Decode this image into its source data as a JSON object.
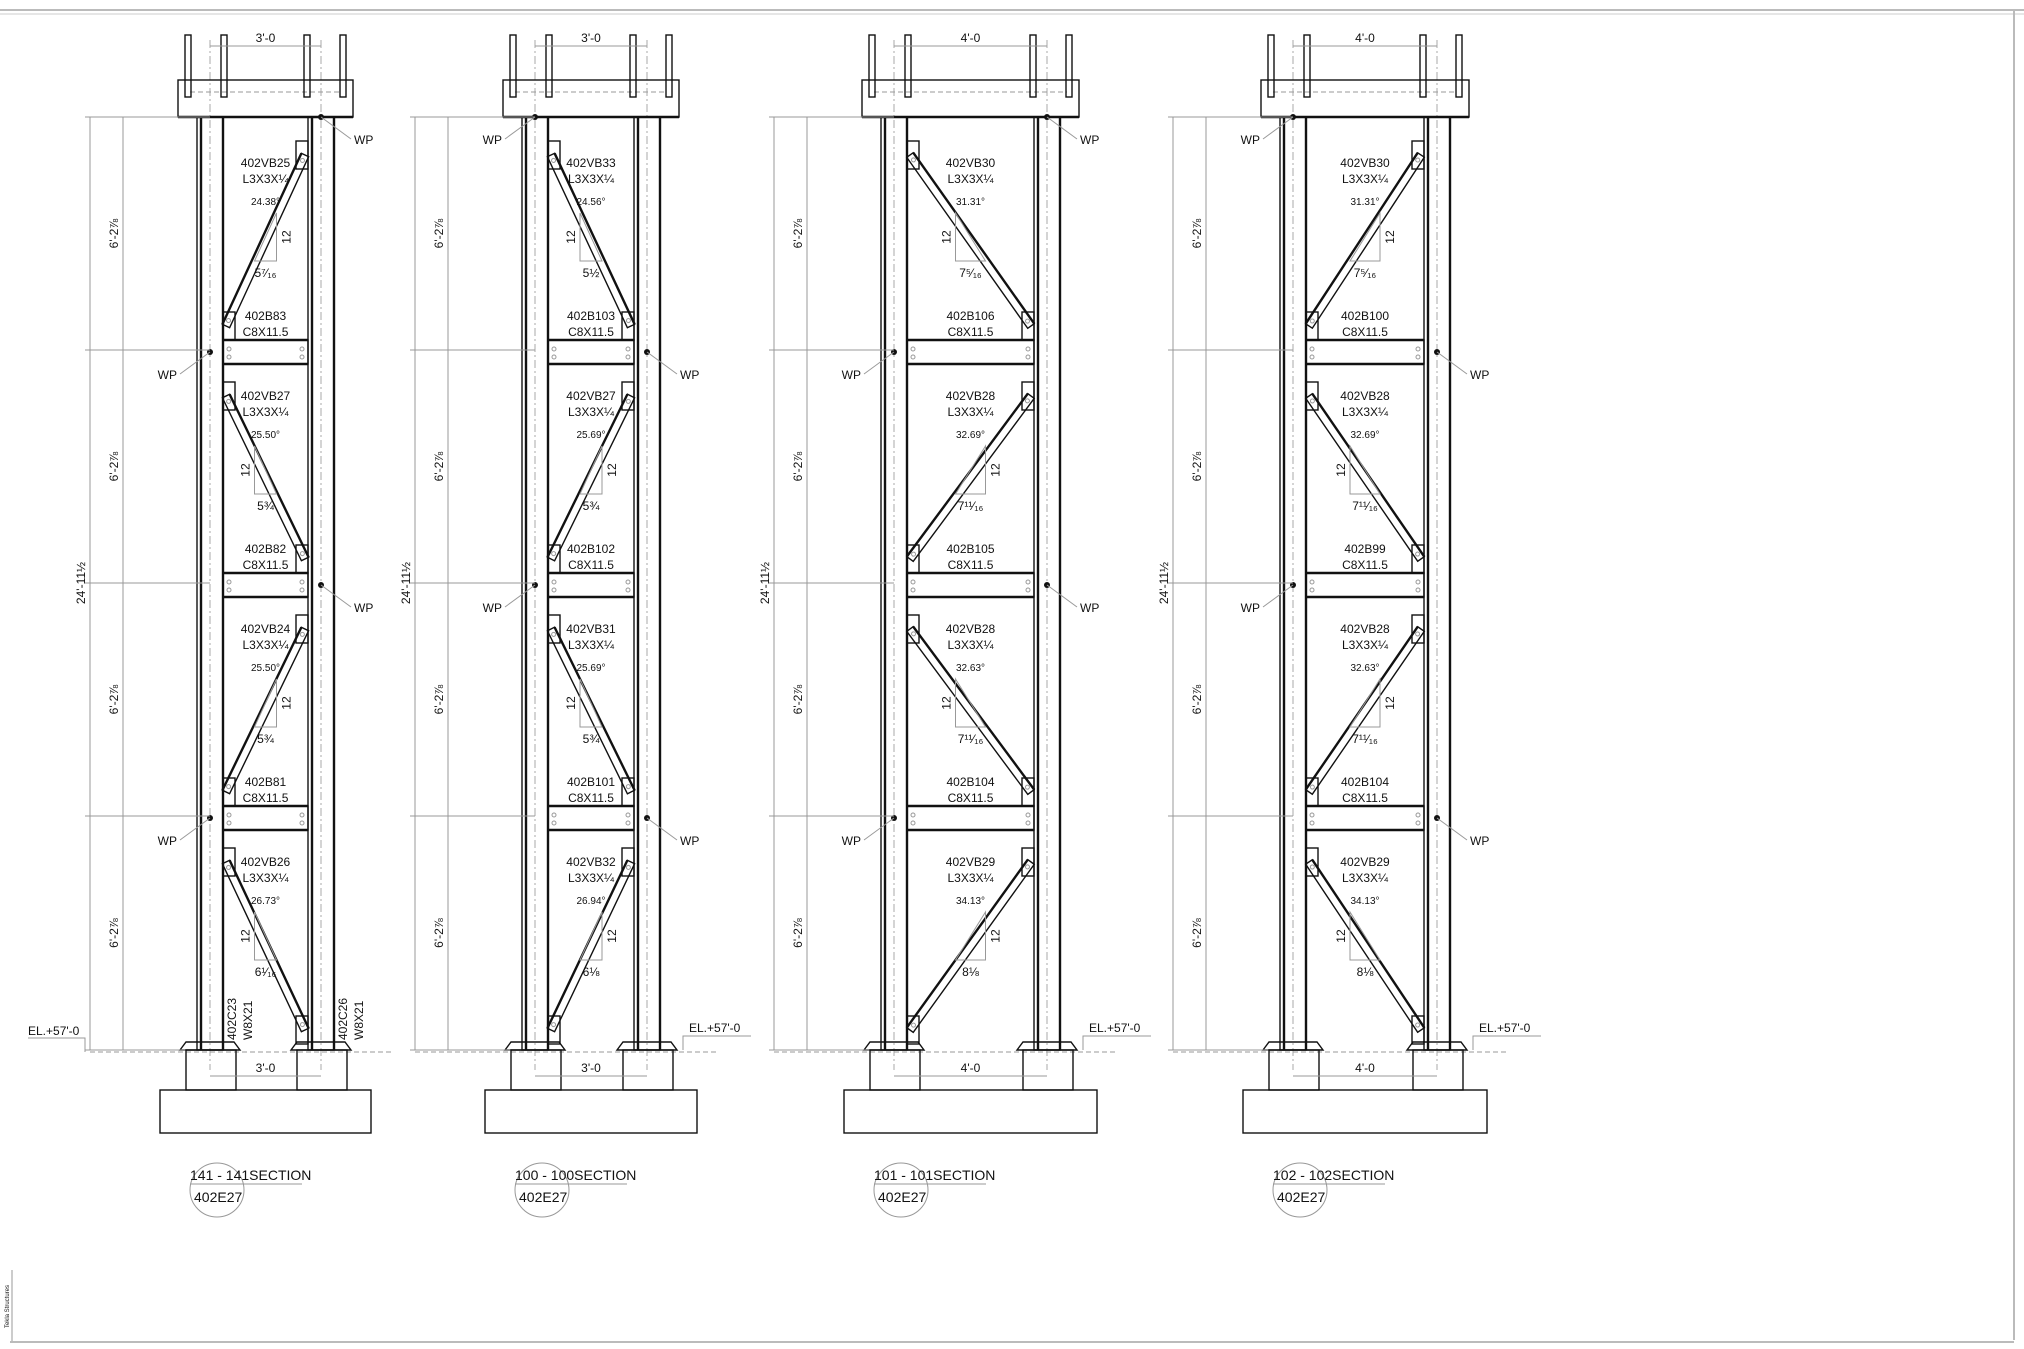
{
  "drawing": {
    "credit": "Tekla Structures",
    "wp_label": "WP"
  },
  "sections": [
    {
      "title": "141 - 141SECTION",
      "sheet": "402E27",
      "width_dim": "3'-0",
      "total_dim": "24'-11½",
      "panel_dim": "6'-2⅞",
      "elevation": "EL.+57'-0",
      "columns": [
        {
          "mark": "402C23",
          "size": "W8X21"
        },
        {
          "mark": "402C26",
          "size": "W8X21"
        }
      ],
      "beams": [
        {
          "mark": "402B83",
          "size": "C8X11.5"
        },
        {
          "mark": "402B82",
          "size": "C8X11.5"
        },
        {
          "mark": "402B81",
          "size": "C8X11.5"
        }
      ],
      "braces": [
        {
          "mark": "402VB25",
          "size": "L3X3X¼",
          "angle": "24.38°",
          "rise": "12",
          "run": "5⁷⁄₁₆",
          "dir": "up-right"
        },
        {
          "mark": "402VB27",
          "size": "L3X3X¼",
          "angle": "25.50°",
          "rise": "12",
          "run": "5¾",
          "dir": "down-right"
        },
        {
          "mark": "402VB24",
          "size": "L3X3X¼",
          "angle": "25.50°",
          "rise": "12",
          "run": "5¾",
          "dir": "up-right"
        },
        {
          "mark": "402VB26",
          "size": "L3X3X¼",
          "angle": "26.73°",
          "rise": "12",
          "run": "6¹⁄₁₆",
          "dir": "down-right"
        }
      ]
    },
    {
      "title": "100 - 100SECTION",
      "sheet": "402E27",
      "width_dim": "3'-0",
      "total_dim": "24'-11½",
      "panel_dim": "6'-2⅞",
      "elevation": "EL.+57'-0",
      "columns": [],
      "beams": [
        {
          "mark": "402B103",
          "size": "C8X11.5"
        },
        {
          "mark": "402B102",
          "size": "C8X11.5"
        },
        {
          "mark": "402B101",
          "size": "C8X11.5"
        }
      ],
      "braces": [
        {
          "mark": "402VB33",
          "size": "L3X3X¼",
          "angle": "24.56°",
          "rise": "12",
          "run": "5½",
          "dir": "down-right"
        },
        {
          "mark": "402VB27",
          "size": "L3X3X¼",
          "angle": "25.69°",
          "rise": "12",
          "run": "5¾",
          "dir": "up-right"
        },
        {
          "mark": "402VB31",
          "size": "L3X3X¼",
          "angle": "25.69°",
          "rise": "12",
          "run": "5¾",
          "dir": "down-right"
        },
        {
          "mark": "402VB32",
          "size": "L3X3X¼",
          "angle": "26.94°",
          "rise": "12",
          "run": "6⅛",
          "dir": "up-right"
        }
      ]
    },
    {
      "title": "101 - 101SECTION",
      "sheet": "402E27",
      "width_dim": "4'-0",
      "total_dim": "24'-11½",
      "panel_dim": "6'-2⅞",
      "elevation": "EL.+57'-0",
      "columns": [],
      "beams": [
        {
          "mark": "402B106",
          "size": "C8X11.5"
        },
        {
          "mark": "402B105",
          "size": "C8X11.5"
        },
        {
          "mark": "402B104",
          "size": "C8X11.5"
        }
      ],
      "braces": [
        {
          "mark": "402VB30",
          "size": "L3X3X¼",
          "angle": "31.31°",
          "rise": "12",
          "run": "7⁵⁄₁₆",
          "dir": "down-right"
        },
        {
          "mark": "402VB28",
          "size": "L3X3X¼",
          "angle": "32.69°",
          "rise": "12",
          "run": "7¹¹⁄₁₆",
          "dir": "up-right"
        },
        {
          "mark": "402VB28",
          "size": "L3X3X¼",
          "angle": "32.63°",
          "rise": "12",
          "run": "7¹¹⁄₁₆",
          "dir": "down-right"
        },
        {
          "mark": "402VB29",
          "size": "L3X3X¼",
          "angle": "34.13°",
          "rise": "12",
          "run": "8⅛",
          "dir": "up-right"
        }
      ]
    },
    {
      "title": "102 - 102SECTION",
      "sheet": "402E27",
      "width_dim": "4'-0",
      "total_dim": "24'-11½",
      "panel_dim": "6'-2⅞",
      "elevation": "EL.+57'-0",
      "columns": [],
      "beams": [
        {
          "mark": "402B100",
          "size": "C8X11.5"
        },
        {
          "mark": "402B99",
          "size": "C8X11.5"
        },
        {
          "mark": "402B104",
          "size": "C8X11.5"
        }
      ],
      "braces": [
        {
          "mark": "402VB30",
          "size": "L3X3X¼",
          "angle": "31.31°",
          "rise": "12",
          "run": "7⁵⁄₁₆",
          "dir": "up-right"
        },
        {
          "mark": "402VB28",
          "size": "L3X3X¼",
          "angle": "32.69°",
          "rise": "12",
          "run": "7¹¹⁄₁₆",
          "dir": "down-right"
        },
        {
          "mark": "402VB28",
          "size": "L3X3X¼",
          "angle": "32.63°",
          "rise": "12",
          "run": "7¹¹⁄₁₆",
          "dir": "up-right"
        },
        {
          "mark": "402VB29",
          "size": "L3X3X¼",
          "angle": "34.13°",
          "rise": "12",
          "run": "8⅛",
          "dir": "down-right"
        }
      ]
    }
  ]
}
